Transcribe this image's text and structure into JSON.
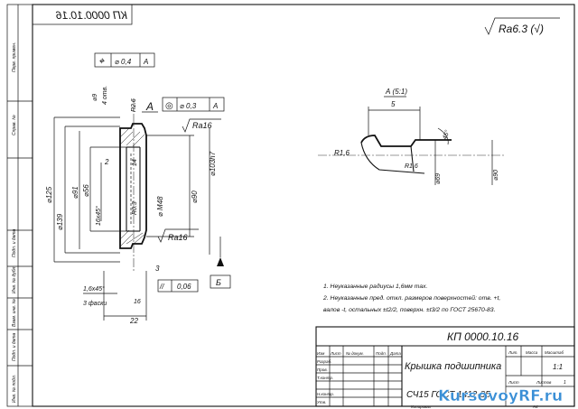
{
  "drawing": {
    "code": "КП 0000.10.16",
    "code_mirrored": "КП 0000.10.16",
    "title": "Крышка подшипника",
    "material": "СЧ15 ГОСТ 1412-85",
    "scale": "1:1",
    "sheet_label": "Лист",
    "sheets_label": "Листов",
    "sheets_count": "1",
    "mass_label": "Масса",
    "masstab_label": "Масштаб",
    "lit_label": "Лит.",
    "copied": "Копировал",
    "format": "А4"
  },
  "roughness_general": "Ra6.3 (√)",
  "title_block_cols": [
    "Изм",
    "Лист",
    "№ докум.",
    "Подп.",
    "Дата"
  ],
  "title_block_rows": [
    "Разраб.",
    "Пров.",
    "Т.контр.",
    "",
    "Н.контр.",
    "Утв."
  ],
  "left_strip_labels": [
    "Перв. примен.",
    "Справ. №",
    "Подп. и дата",
    "Инв. № дубл.",
    "Взам. инв. №",
    "Подп. и дата",
    "Инв. № подл."
  ],
  "tolerances": {
    "position": {
      "symbol": "⌖",
      "value": "⌀ 0,4",
      "datum": "А"
    },
    "runout": {
      "symbol": "◎",
      "value": "⌀ 0,3",
      "datum": "А"
    },
    "flatness": {
      "symbol": "//",
      "value": "0,06",
      "datum": "Б"
    }
  },
  "datums": {
    "a": "А",
    "b": "Б"
  },
  "dims": {
    "d125": "⌀125",
    "d139": "⌀139",
    "d91": "⌀91",
    "d56": "⌀56",
    "d90": "⌀90",
    "d103": "⌀103h7",
    "m48": "⌀ М48",
    "holes": "⌀9",
    "holes_n": "4 отв.",
    "ra16_a": "Ra16",
    "ra16_b": "Ra16",
    "ra16_c": "Ra16",
    "ch45": "16x45°",
    "ch45b": "1,6x45°",
    "fasks": "3 фаски",
    "w22": "22",
    "w3": "3",
    "w2": "2",
    "w14": "14",
    "w16": "16",
    "note_r26": "R2.6",
    "h31": "R0.3"
  },
  "detail": {
    "label": "А (5:1)",
    "dim5": "5",
    "r1": "R1,6",
    "r2": "R1,6",
    "ang": "45°",
    "d69": "⌀69",
    "d90": "⌀90"
  },
  "notes": [
    "1. Неуказанные радиусы 1,6мм max.",
    "2. Неуказанные пред. откл. размеров поверхностей: отв. +t,",
    "валов -t, остальных ±t2/2, поверхн. ±t3/2 по ГОСТ 25670-83."
  ],
  "watermark": "KursovoyRF.ru"
}
